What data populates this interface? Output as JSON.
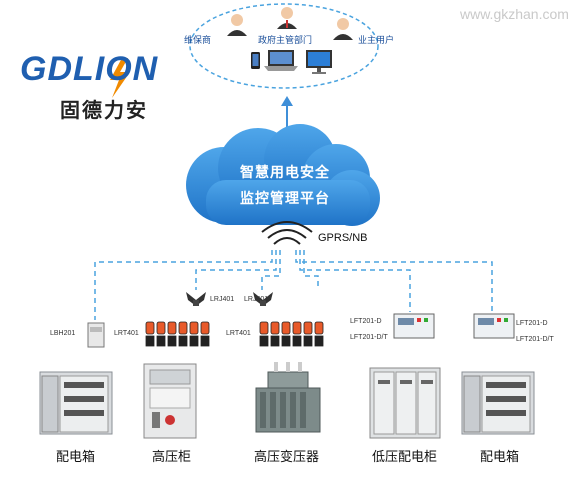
{
  "brand": {
    "name": "GDLION",
    "name_cn": "固德力安"
  },
  "watermark": "www.gkzhan.com",
  "users": [
    {
      "label": "维保商"
    },
    {
      "label": "政府主管部门"
    },
    {
      "label": "业主用户"
    }
  ],
  "cloud": {
    "line1": "智慧用电安全",
    "line2": "监控管理平台"
  },
  "network": {
    "label": "GPRS/NB"
  },
  "devices": {
    "lbh201": "LBH201",
    "lrt401_left": "LRT401",
    "lrt401_mid": "LRT401",
    "lrj401_left": "LRJ401",
    "lrj401_right": "LRJ401",
    "lft_left_1": "LFT201-D",
    "lft_left_2": "LFT201-D/T",
    "lft_right_1": "LFT201-D",
    "lft_right_2": "LFT201-D/T"
  },
  "equipment": [
    {
      "label": "配电箱"
    },
    {
      "label": "高压柜"
    },
    {
      "label": "高压变压器"
    },
    {
      "label": "低压配电柜"
    },
    {
      "label": "配电箱"
    }
  ],
  "colors": {
    "brand_blue": "#1f5fb0",
    "cloud_blue": "#2e86d6",
    "dash_blue": "#4aa3df",
    "arrow_blue": "#3f8fd8",
    "bolt": "#f08a00"
  }
}
